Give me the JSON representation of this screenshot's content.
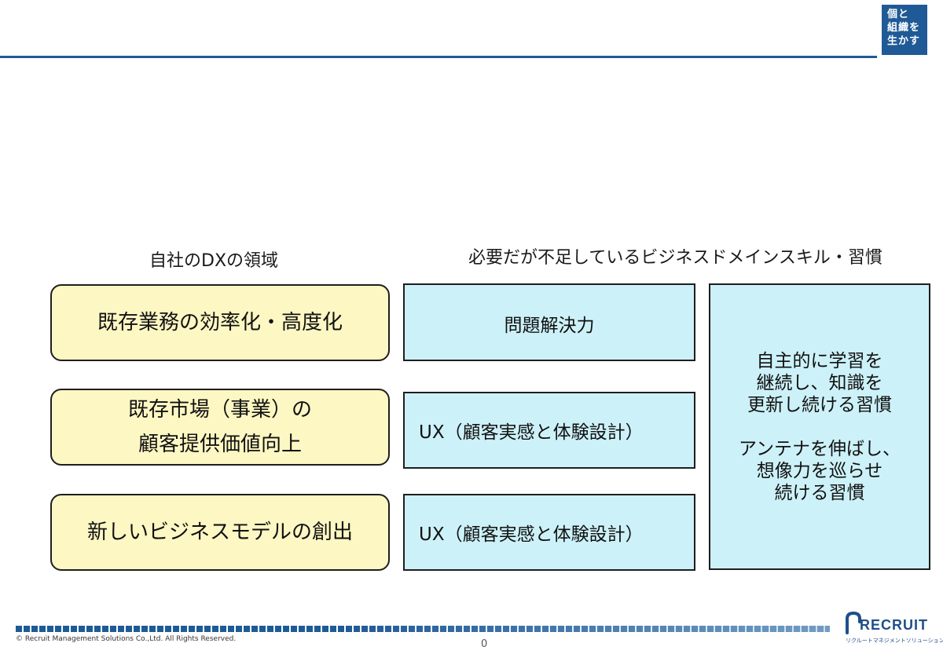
{
  "header": {
    "badge_lines": [
      "個と",
      "組織を",
      "生かす"
    ]
  },
  "headings": {
    "left": "自社のDXの領域",
    "right": "必要だが不足しているビジネスドメインスキル・習慣"
  },
  "domains": [
    {
      "lines": [
        "既存業務の効率化・高度化"
      ]
    },
    {
      "lines": [
        "既存市場（事業）の",
        "顧客提供価値向上"
      ]
    },
    {
      "lines": [
        "新しいビジネスモデルの創出"
      ]
    }
  ],
  "skills": [
    {
      "label": "問題解決力"
    },
    {
      "label": "UX（顧客実感と体験設計）"
    },
    {
      "label": "UX（顧客実感と体験設計）"
    }
  ],
  "habits": {
    "para1": [
      "自主的に学習を",
      "継続し、知識を",
      "更新し続ける習慣"
    ],
    "para2": [
      "アンテナを伸ばし、",
      "想像力を巡らせ",
      "続ける習慣"
    ]
  },
  "footer": {
    "copyright": "© Recruit Management Solutions Co.,Ltd. All Rights Reserved.",
    "page_number": "0",
    "logo_text": "RECRUIT",
    "logo_sub": "リクルートマネジメントソリューションズ"
  },
  "colors": {
    "brand_blue": "#1f5a96",
    "domain_fill": "#fdf7c3",
    "skill_fill": "#cdf1f8"
  }
}
